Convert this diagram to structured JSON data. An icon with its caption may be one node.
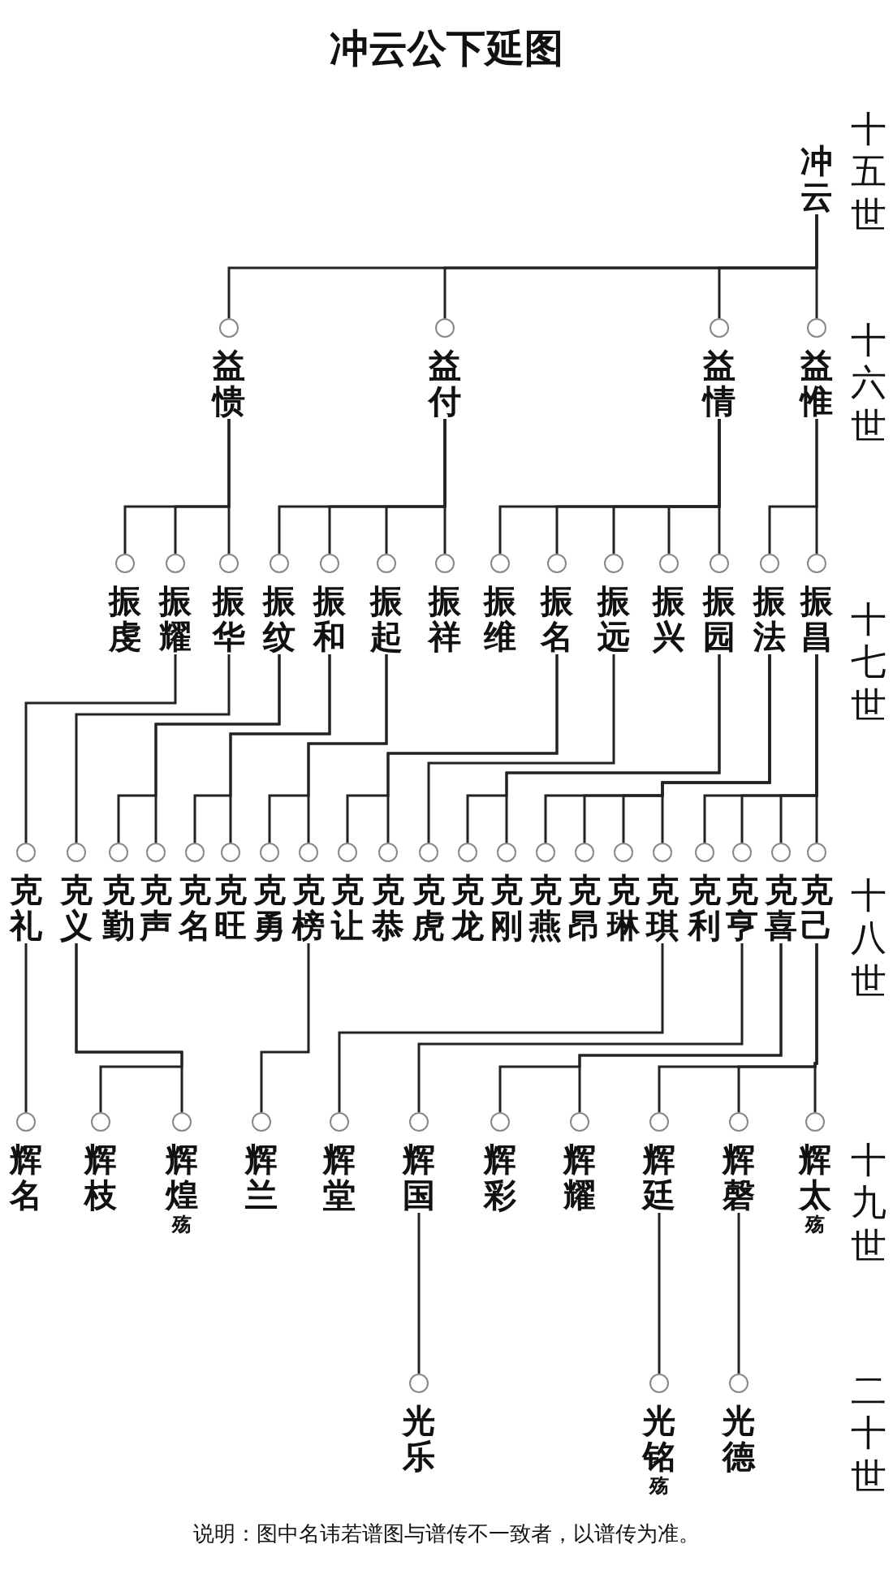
{
  "diagram": {
    "title": "冲云公下延图",
    "caption": "说明：图中名讳若谱图与谱传不一致者，以谱传为准。",
    "nodes": [
      {
        "text": [
          "冲云"
        ]
      },
      {
        "text": [
          "益愦"
        ]
      },
      {
        "text": [
          "益付"
        ]
      },
      {
        "text": [
          "益情"
        ]
      },
      {
        "text": [
          "益惟"
        ]
      },
      {
        "text": [
          "振虔"
        ]
      },
      {
        "text": [
          "振耀"
        ]
      },
      {
        "text": [
          "振华"
        ]
      },
      {
        "text": [
          "振纹"
        ]
      },
      {
        "text": [
          "振和"
        ]
      },
      {
        "text": [
          "振起"
        ]
      },
      {
        "text": [
          "振祥"
        ]
      },
      {
        "text": [
          "振维"
        ]
      },
      {
        "text": [
          "振名"
        ]
      },
      {
        "text": [
          "振远"
        ]
      },
      {
        "text": [
          "振兴"
        ]
      },
      {
        "text": [
          "振园"
        ]
      },
      {
        "text": [
          "振法"
        ]
      },
      {
        "text": [
          "振昌"
        ]
      },
      {
        "text": [
          "克礼"
        ]
      },
      {
        "text": [
          "克义"
        ]
      },
      {
        "text": [
          "克勤"
        ]
      },
      {
        "text": [
          "克声"
        ]
      },
      {
        "text": [
          "克名"
        ]
      },
      {
        "text": [
          "克旺"
        ]
      },
      {
        "text": [
          "克勇"
        ]
      },
      {
        "text": [
          "克榜"
        ]
      },
      {
        "text": [
          "克让"
        ]
      },
      {
        "text": [
          "克恭"
        ]
      },
      {
        "text": [
          "克虎"
        ]
      },
      {
        "text": [
          "克龙"
        ]
      },
      {
        "text": [
          "克刚"
        ]
      },
      {
        "text": [
          "克燕"
        ]
      },
      {
        "text": [
          "克昂"
        ]
      },
      {
        "text": [
          "克琳"
        ]
      },
      {
        "text": [
          "克琪"
        ]
      },
      {
        "text": [
          "克利"
        ]
      },
      {
        "text": [
          "克亨"
        ]
      },
      {
        "text": [
          "克喜"
        ]
      },
      {
        "text": [
          "克己"
        ]
      },
      {
        "text": [
          "辉名"
        ]
      },
      {
        "text": [
          "辉枝"
        ]
      },
      {
        "text": [
          "辉煌$_{殇}$"
        ]
      },
      {
        "text": [
          "辉兰"
        ]
      },
      {
        "text": [
          "辉堂"
        ]
      },
      {
        "text": [
          "辉国"
        ]
      },
      {
        "text": [
          "辉彩"
        ]
      },
      {
        "text": [
          "辉耀"
        ]
      },
      {
        "text": [
          "辉廷"
        ]
      },
      {
        "text": [
          "辉磬"
        ]
      },
      {
        "text": [
          "辉太$_{殇}$"
        ]
      },
      {
        "text": [
          "光乐"
        ]
      },
      {
        "text": [
          "光铭$_{殇}$"
        ]
      },
      {
        "text": [
          "光德"
        ]
      }
    ],
    "edges": [
      {
        "from": 0,
        "to": 1,
        "arrow": "none"
      },
      {
        "from": 0,
        "to": 2,
        "arrow": "none"
      },
      {
        "from": 0,
        "to": 3,
        "arrow": "none"
      },
      {
        "from": 0,
        "to": 4,
        "arrow": "none"
      },
      {
        "from": 1,
        "to": 5,
        "arrow": "none"
      },
      {
        "from": 1,
        "to": 6,
        "arrow": "none"
      },
      {
        "from": 1,
        "to": 7,
        "arrow": "none"
      },
      {
        "from": 2,
        "to": 8,
        "arrow": "none"
      },
      {
        "from": 2,
        "to": 9,
        "arrow": "none"
      },
      {
        "from": 2,
        "to": 10,
        "arrow": "none"
      },
      {
        "from": 2,
        "to": 11,
        "arrow": "none"
      },
      {
        "from": 3,
        "to": 12,
        "arrow": "none"
      },
      {
        "from": 3,
        "to": 13,
        "arrow": "none"
      },
      {
        "from": 3,
        "to": 14,
        "arrow": "none"
      },
      {
        "from": 3,
        "to": 15,
        "arrow": "none"
      },
      {
        "from": 3,
        "to": 16,
        "arrow": "none"
      },
      {
        "from": 4,
        "to": 17,
        "arrow": "none"
      },
      {
        "from": 4,
        "to": 18,
        "arrow": "none"
      },
      {
        "from": 6,
        "to": 19,
        "arrow": "none"
      },
      {
        "from": 7,
        "to": 20,
        "arrow": "none"
      },
      {
        "from": 8,
        "to": 21,
        "arrow": "none"
      },
      {
        "from": 8,
        "to": 22,
        "arrow": "none"
      },
      {
        "from": 9,
        "to": 23,
        "arrow": "none"
      },
      {
        "from": 9,
        "to": 24,
        "arrow": "none"
      },
      {
        "from": 10,
        "to": 25,
        "arrow": "none"
      },
      {
        "from": 10,
        "to": 26,
        "arrow": "none"
      },
      {
        "from": 13,
        "to": 27,
        "arrow": "none"
      },
      {
        "from": 13,
        "to": 28,
        "arrow": "none"
      },
      {
        "from": 14,
        "to": 29,
        "arrow": "none"
      },
      {
        "from": 16,
        "to": 30,
        "arrow": "none"
      },
      {
        "from": 16,
        "to": 31,
        "arrow": "none"
      },
      {
        "from": 17,
        "to": 32,
        "arrow": "none"
      },
      {
        "from": 17,
        "to": 33,
        "arrow": "none"
      },
      {
        "from": 17,
        "to": 34,
        "arrow": "none"
      },
      {
        "from": 17,
        "to": 35,
        "arrow": "none"
      },
      {
        "from": 18,
        "to": 36,
        "arrow": "none"
      },
      {
        "from": 18,
        "to": 37,
        "arrow": "none"
      },
      {
        "from": 18,
        "to": 38,
        "arrow": "none"
      },
      {
        "from": 18,
        "to": 39,
        "arrow": "none"
      },
      {
        "from": 19,
        "to": 40,
        "arrow": "none"
      },
      {
        "from": 20,
        "to": 41,
        "arrow": "none"
      },
      {
        "from": 20,
        "to": 42,
        "arrow": "none"
      },
      {
        "from": 26,
        "to": 43,
        "arrow": "none"
      },
      {
        "from": 35,
        "to": 44,
        "arrow": "none"
      },
      {
        "from": 37,
        "to": 45,
        "arrow": "none"
      },
      {
        "from": 38,
        "to": 46,
        "arrow": "none"
      },
      {
        "from": 38,
        "to": 47,
        "arrow": "none"
      },
      {
        "from": 39,
        "to": 48,
        "arrow": "none"
      },
      {
        "from": 39,
        "to": 49,
        "arrow": "none"
      },
      {
        "from": 39,
        "to": 50,
        "arrow": "none"
      },
      {
        "from": 45,
        "to": 51,
        "arrow": "none"
      },
      {
        "from": 48,
        "to": 52,
        "arrow": "none"
      },
      {
        "from": 49,
        "to": 53,
        "arrow": "none"
      }
    ],
    "labels": [
      "十五世",
      "十六世",
      "十七世",
      "十八世",
      "十九世",
      "二十世"
    ]
  }
}
